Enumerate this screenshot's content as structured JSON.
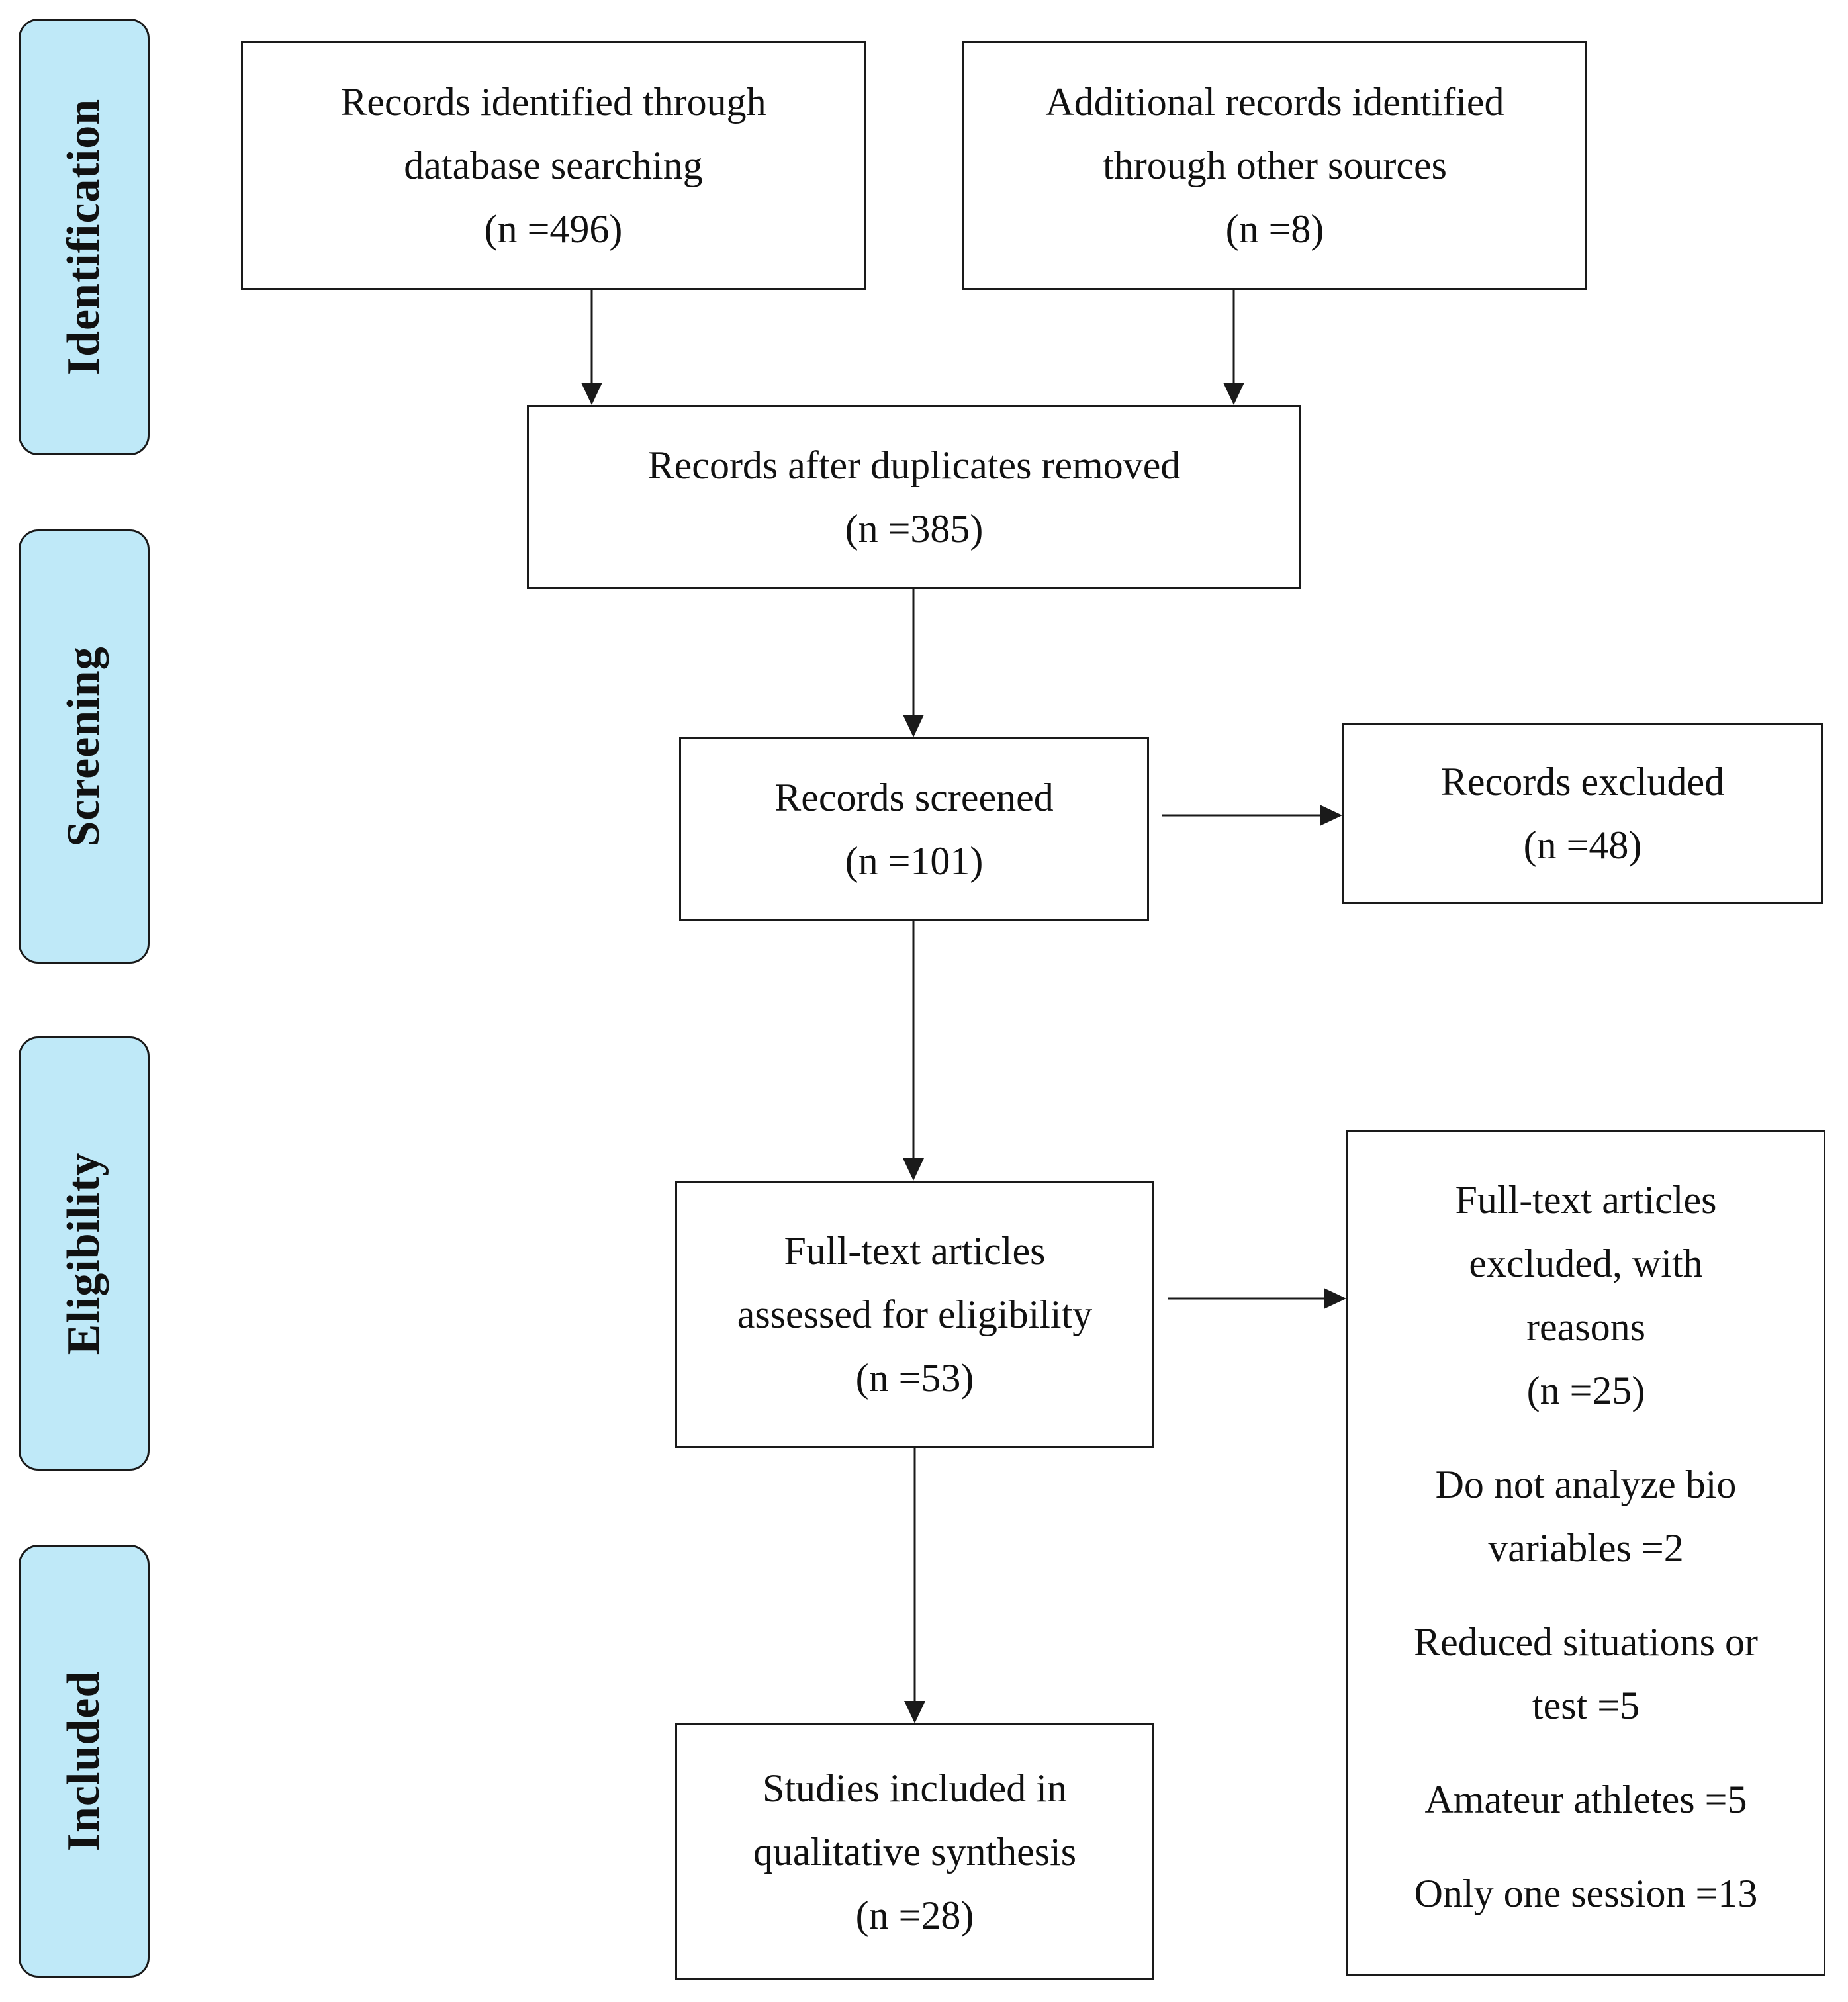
{
  "phases": {
    "identification": "Identification",
    "screening": "Screening",
    "eligibility": "Eligibility",
    "included": "Included"
  },
  "boxes": {
    "database": {
      "line1": "Records identified through",
      "line2": "database searching",
      "count": "(n =496)"
    },
    "other_sources": {
      "line1": "Additional records identified",
      "line2": "through other sources",
      "count": "(n =8)"
    },
    "duplicates_removed": {
      "line1": "Records after duplicates removed",
      "count": "(n =385)"
    },
    "screened": {
      "line1": "Records screened",
      "count": "(n =101)"
    },
    "excluded": {
      "line1": "Records excluded",
      "count": "(n =48)"
    },
    "full_text": {
      "line1": "Full-text articles",
      "line2": "assessed for eligibility",
      "count": "(n =53)"
    },
    "full_text_excluded": {
      "line1": "Full-text articles",
      "line2": "excluded, with",
      "line3": "reasons",
      "count": "(n =25)",
      "reasons": [
        {
          "line1": "Do not analyze bio",
          "line2": "variables =2"
        },
        {
          "line1": "Reduced situations or",
          "line2": "test =5"
        },
        {
          "line1": "Amateur athletes =5"
        },
        {
          "line1": "Only one session =13"
        }
      ]
    },
    "included": {
      "line1": "Studies included in",
      "line2": "qualitative synthesis",
      "count": "(n =28)"
    }
  }
}
